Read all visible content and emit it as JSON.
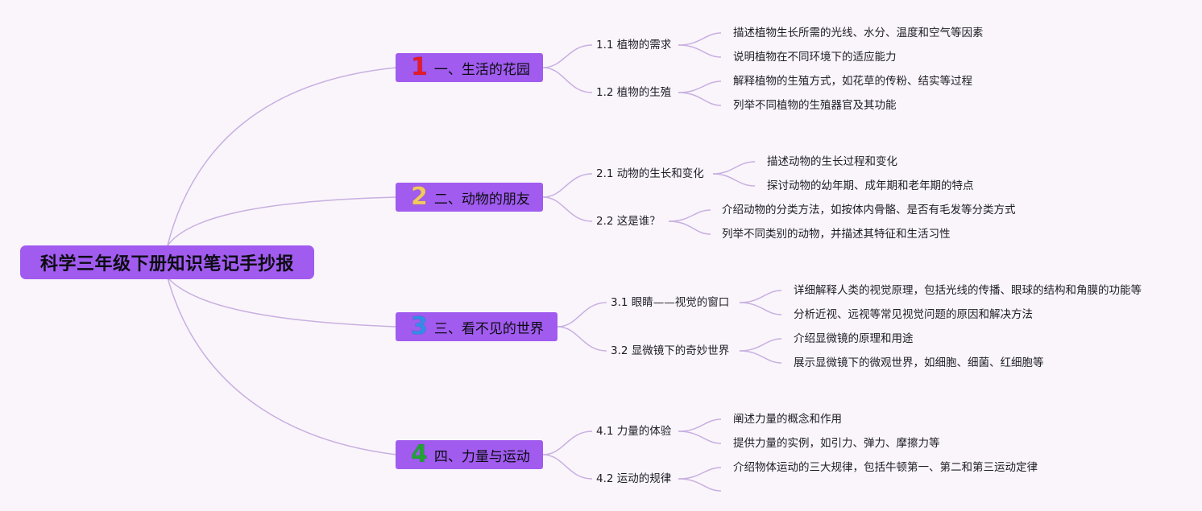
{
  "title": "科学三年级下册知识笔记手抄报",
  "colors": {
    "node_fill": "#a15bef",
    "connector": "#c7b0e0",
    "background": "#faf5fb",
    "badge_1": "#e41c2c",
    "badge_2": "#f3c95e",
    "badge_3": "#2f8fe8",
    "badge_4": "#22a236"
  },
  "branches": [
    {
      "number": "1",
      "number_icon": "number-1-icon",
      "label": "一、生活的花园",
      "subtopics": [
        {
          "label": "1.1 植物的需求",
          "points": [
            "描述植物生长所需的光线、水分、温度和空气等因素",
            "说明植物在不同环境下的适应能力"
          ]
        },
        {
          "label": "1.2 植物的生殖",
          "points": [
            "解释植物的生殖方式，如花草的传粉、结实等过程",
            "列举不同植物的生殖器官及其功能"
          ]
        }
      ]
    },
    {
      "number": "2",
      "number_icon": "number-2-icon",
      "label": "二、动物的朋友",
      "subtopics": [
        {
          "label": "2.1 动物的生长和变化",
          "points": [
            "描述动物的生长过程和变化",
            "探讨动物的幼年期、成年期和老年期的特点"
          ]
        },
        {
          "label": "2.2 这是谁？",
          "points": [
            "介绍动物的分类方法，如按体内骨骼、是否有毛发等分类方式",
            "列举不同类别的动物，并描述其特征和生活习性"
          ]
        }
      ]
    },
    {
      "number": "3",
      "number_icon": "number-3-icon",
      "label": "三、看不见的世界",
      "subtopics": [
        {
          "label": "3.1 眼睛——视觉的窗口",
          "points": [
            "详细解释人类的视觉原理，包括光线的传播、眼球的结构和角膜的功能等",
            "分析近视、远视等常见视觉问题的原因和解决方法"
          ]
        },
        {
          "label": "3.2 显微镜下的奇妙世界",
          "points": [
            "介绍显微镜的原理和用途",
            "展示显微镜下的微观世界，如细胞、细菌、红细胞等"
          ]
        }
      ]
    },
    {
      "number": "4",
      "number_icon": "number-4-icon",
      "label": "四、力量与运动",
      "subtopics": [
        {
          "label": "4.1 力量的体验",
          "points": [
            "阐述力量的概念和作用",
            "提供力量的实例，如引力、弹力、摩擦力等"
          ]
        },
        {
          "label": "4.2 运动的规律",
          "points": [
            "介绍物体运动的三大规律，包括牛顿第一、第二和第三运动定律",
            ""
          ]
        }
      ]
    }
  ]
}
